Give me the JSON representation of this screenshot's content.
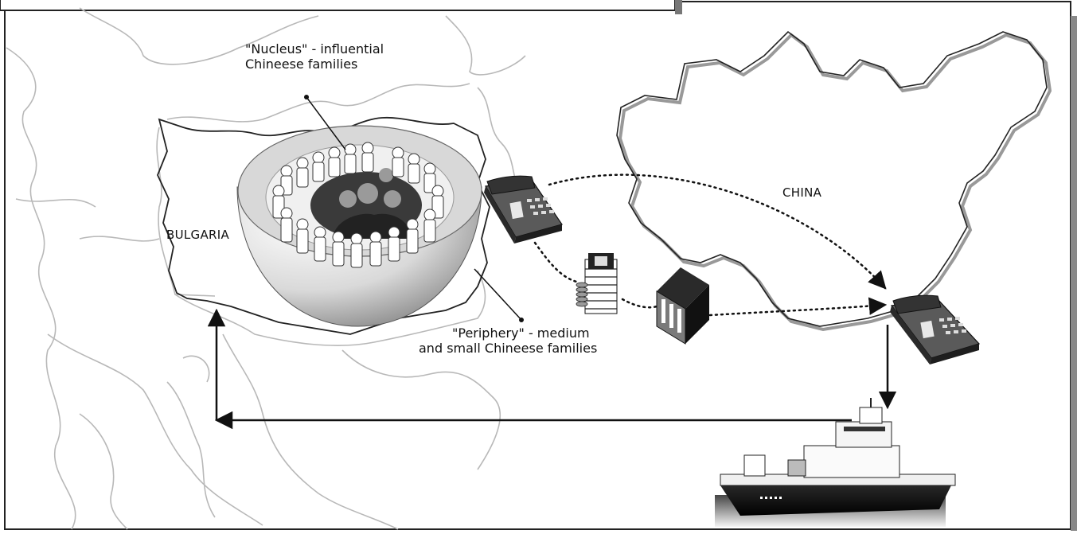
{
  "labels": {
    "nucleus": [
      "\"Nucleus\" - influential",
      "Chineese families"
    ],
    "periphery": [
      "\"Periphery\" - medium",
      "and small Chineese families"
    ],
    "bulgaria": "BULGARIA",
    "china": "CHINA"
  },
  "icons": {
    "bowl": "people-bowl-icon",
    "phone_bulgaria": "telephone-icon",
    "phone_china": "telephone-icon",
    "money": "money-stack-icon",
    "bank": "bank-building-icon",
    "ship": "cargo-ship-icon"
  },
  "colors": {
    "map_line": "#b5b5b5",
    "ink": "#111111",
    "bowl_light": "#f2f2f2",
    "bowl_dark": "#6e6e6e"
  }
}
